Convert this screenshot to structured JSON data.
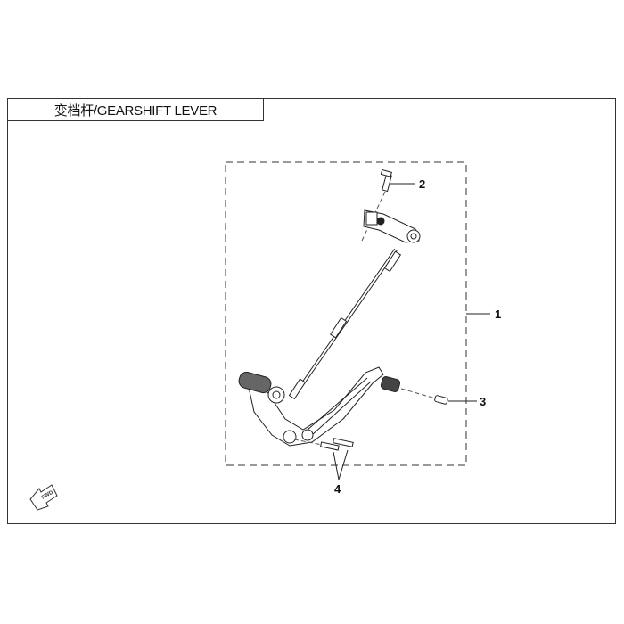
{
  "title": "变档杆/GEARSHIFT LEVER",
  "callouts": [
    "1",
    "2",
    "3",
    "4"
  ],
  "fwd_label": "FWD",
  "line_color": "#222222"
}
